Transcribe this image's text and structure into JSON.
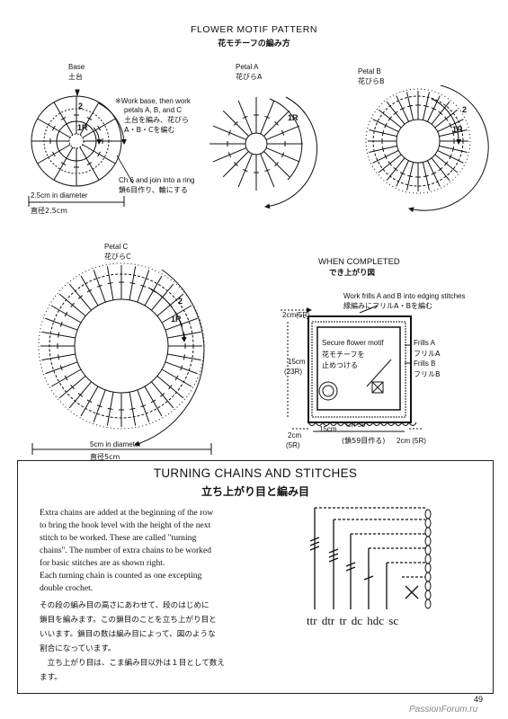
{
  "header": {
    "title_en": "FLOWER MOTIF PATTERN",
    "title_jp": "花モチーフの編み方"
  },
  "motif_base": {
    "label_en": "Base",
    "label_jp": "土台",
    "note_en": [
      "※Work base, then work",
      "petals A, B, and C"
    ],
    "note_jp": [
      "土台を編み、花びら",
      "A・B・Cを編む"
    ],
    "ch_note_en": [
      "Ch 6 and join into a ring"
    ],
    "ch_note_jp": [
      "鎖6目作り、輪にする"
    ],
    "diameter_en": "2.5cm in diameter",
    "diameter_jp": "直径2.5cm",
    "row1": "1R",
    "row2": "2"
  },
  "petal_a": {
    "label_en": "Petal A",
    "label_jp": "花びらA",
    "row1": "1R"
  },
  "petal_b": {
    "label_en": "Petal B",
    "label_jp": "花びらB",
    "row1": "1R",
    "row2": "2"
  },
  "petal_c": {
    "label_en": "Petal C",
    "label_jp": "花びらC",
    "row1": "1R",
    "row2": "2",
    "diameter_en": "5cm in diameter",
    "diameter_jp": "直径5cm"
  },
  "completed": {
    "title_en": "WHEN COMPLETED",
    "title_jp": "でき上がり図",
    "frills_note_en": "Work frills A and B into edging stitches",
    "frills_note_jp": "縁編みにフリルA・Bを編む",
    "secure_en": "Secure flower motif",
    "secure_jp": [
      "花モチーフを",
      "止めつける"
    ],
    "frills_a_en": "Frills A",
    "frills_a_jp": "フリルA",
    "frills_b_en": "Frills B",
    "frills_b_jp": "フリルB",
    "top_dim": "2cm(5R)",
    "left_dim1": "15cm",
    "left_dim2": "(23R)",
    "bl_dim1": "2cm",
    "bl_dim2": "(5R)",
    "bottom_dim": "15cm",
    "ch_en": "Ch 59",
    "ch_jp": "(鎖59目作る)",
    "br_dim": "2cm (5R)"
  },
  "turning": {
    "title_en": "TURNING CHAINS AND STITCHES",
    "title_jp": "立ち上がり目と編み目",
    "para_en": [
      "Extra chains are added at the beginning of the row",
      "to bring the hook level with the height of the next",
      "stitch to be worked. These are called \"turning",
      "chains\". The number of extra chains to be worked",
      "for basic stitches are as shown right.",
      "Each turning chain is counted as one excepting",
      "double crochet."
    ],
    "para_jp": [
      "その段の編み目の高さにあわせて、段のはじめに",
      "鎖目を編みます。この鎖目のことを立ち上がり目と",
      "いいます。鎖目の数は編み目によって、図のような",
      "割合になっています。",
      "　立ち上がり目は、こま編み目以外は１目として数え",
      "ます。"
    ],
    "stitch_labels": [
      "ttr",
      "dtr",
      "tr",
      "dc",
      "hdc",
      "sc"
    ]
  },
  "footer": {
    "page": "49",
    "watermark": "PassionForum.ru"
  }
}
